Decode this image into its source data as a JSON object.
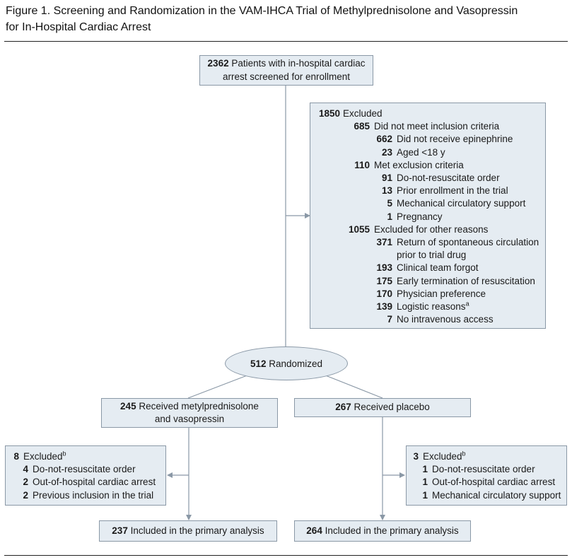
{
  "figure": {
    "title_line1": "Figure 1. Screening and Randomization in the VAM-IHCA Trial of Methylprednisolone and Vasopressin",
    "title_line2": "for In-Hospital Cardiac Arrest"
  },
  "screened": {
    "n": "2362",
    "line1": "Patients with in-hospital cardiac",
    "line2": "arrest screened for enrollment"
  },
  "excluded": {
    "n": "1850",
    "label": "Excluded",
    "items": [
      {
        "n": "685",
        "text": "Did not meet inclusion criteria"
      },
      {
        "n": "662",
        "text": "Did not receive epinephrine"
      },
      {
        "n": "23",
        "text": "Aged <18 y"
      },
      {
        "n": "110",
        "text": "Met exclusion criteria"
      },
      {
        "n": "91",
        "text": "Do-not-resuscitate order"
      },
      {
        "n": "13",
        "text": "Prior enrollment in the trial"
      },
      {
        "n": "5",
        "text": "Mechanical circulatory support"
      },
      {
        "n": "1",
        "text": "Pregnancy"
      },
      {
        "n": "1055",
        "text": "Excluded for other reasons"
      },
      {
        "n": "371",
        "text": "Return of spontaneous circulation",
        "text2": "prior to trial drug"
      },
      {
        "n": "193",
        "text": "Clinical team forgot"
      },
      {
        "n": "175",
        "text": "Early termination of resuscitation"
      },
      {
        "n": "170",
        "text": "Physician preference"
      },
      {
        "n": "139",
        "text": "Logistic reasons",
        "sup": "a"
      },
      {
        "n": "7",
        "text": "No intravenous access"
      }
    ]
  },
  "randomized": {
    "n": "512",
    "label": "Randomized"
  },
  "arm_left": {
    "n": "245",
    "line1": "Received metylprednisolone",
    "line2": "and vasopressin",
    "excluded": {
      "n": "8",
      "label": "Excluded",
      "sup": "b",
      "items": [
        {
          "n": "4",
          "text": "Do-not-resuscitate order"
        },
        {
          "n": "2",
          "text": "Out-of-hospital cardiac arrest"
        },
        {
          "n": "2",
          "text": "Previous inclusion in the trial"
        }
      ]
    },
    "analysis": {
      "n": "237",
      "text": "Included in the primary analysis"
    }
  },
  "arm_right": {
    "n": "267",
    "line1": "Received placebo",
    "excluded": {
      "n": "3",
      "label": "Excluded",
      "sup": "b",
      "items": [
        {
          "n": "1",
          "text": "Do-not-resuscitate order"
        },
        {
          "n": "1",
          "text": "Out-of-hospital cardiac arrest"
        },
        {
          "n": "1",
          "text": "Mechanical circulatory support"
        }
      ]
    },
    "analysis": {
      "n": "264",
      "text": "Included in the primary analysis"
    }
  },
  "colors": {
    "box_fill": "#e5ecf2",
    "box_border": "#8a98a6",
    "line": "#8a98a6"
  }
}
